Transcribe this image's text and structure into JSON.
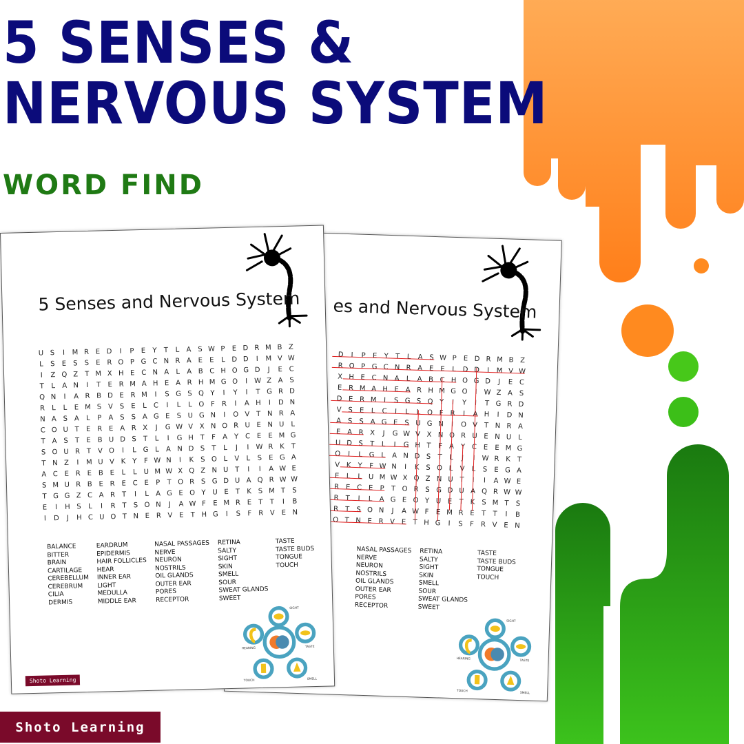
{
  "cover": {
    "title_line1": "5 SENSES &",
    "title_line2": "NERVOUS SYSTEM",
    "subtitle": "WORD FIND",
    "brand": "Shoto Learning"
  },
  "colors": {
    "title": "#0b0b7a",
    "subtitle": "#1f7a14",
    "orange": "#ff8a1f",
    "green": "#2ea81a",
    "brand_bg": "#7a0a2a",
    "solution_line": "#e02020"
  },
  "worksheet": {
    "title": "5 Senses and Nervous System",
    "brand": "Shoto Learning",
    "grid": [
      "USIMREDIPEYTLASWPEDRMBZ",
      "LSESSEROPGCNRAEELDDIMVW",
      "IZQZTMXHECNALABCHOGDJEC",
      "TLANITERMAHEARHMGOIWZAS",
      "QNIARBDERMISGSQYIYITGRD",
      "RLLEMSVSELCILLOFRIAHIDN",
      "NASALPASSAGESUGNIOVTNRA",
      "COUTEREARXJGWVXNORUENUL",
      "TASTEBUDSTLIGHTFAYCEEMG",
      "SOURTVOILGLANDSTLJIWRKT",
      "TNZIMUVKYFWNIKSOLVLSEGA",
      "ACEREBELLUMWXQZNUTIIAWE",
      "SMURBERECEPTORSGDUAQRWW",
      "TGGZCARTILAGEOYUETKSMTS",
      "EIHSLIRTSONJAWFEMRETTIB",
      "IDJHCUOTNERVETHGISFRVEN"
    ],
    "word_columns": [
      [
        "BALANCE",
        "BITTER",
        "BRAIN",
        "CARTILAGE",
        "CEREBELLUM",
        "CEREBRUM",
        "CILIA",
        "DERMIS"
      ],
      [
        "EARDRUM",
        "EPIDERMIS",
        "HAIR FOLLICLES",
        "HEAR",
        "INNER EAR",
        "LIGHT",
        "MEDULLA",
        "MIDDLE EAR"
      ],
      [
        "NASAL PASSAGES",
        "NERVE",
        "NEURON",
        "NOSTRILS",
        "OIL GLANDS",
        "OUTER EAR",
        "PORES",
        "RECEPTOR"
      ],
      [
        "RETINA",
        "SALTY",
        "SIGHT",
        "SKIN",
        "SMELL",
        "SOUR",
        "SWEAT GLANDS",
        "SWEET"
      ],
      [
        "TASTE",
        "TASTE BUDS",
        "TONGUE",
        "TOUCH"
      ]
    ],
    "senses_diagram": {
      "labels": [
        "SIGHT",
        "TASTE",
        "SMELL",
        "TOUCH",
        "HEARING"
      ],
      "icons": [
        "eye-icon",
        "lips-icon",
        "nose-icon",
        "hand-icon",
        "ear-icon",
        "brain-icon"
      ]
    }
  }
}
